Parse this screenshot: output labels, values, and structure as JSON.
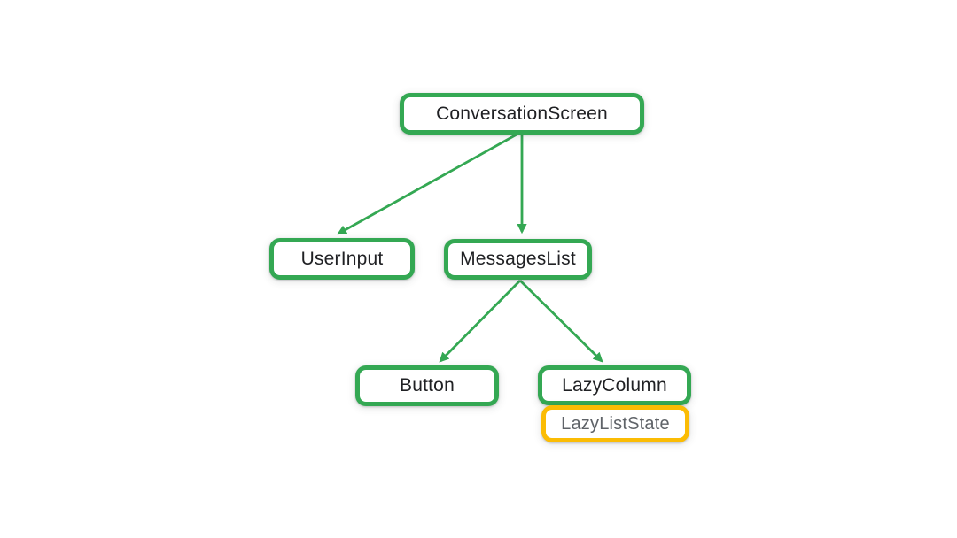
{
  "diagram": {
    "kind": "component-tree",
    "nodes": [
      {
        "id": "conversation-screen",
        "label": "ConversationScreen",
        "type": "composable",
        "border_color": "#34A853",
        "text_color": "#202124"
      },
      {
        "id": "user-input",
        "label": "UserInput",
        "type": "composable",
        "border_color": "#34A853",
        "text_color": "#202124"
      },
      {
        "id": "messages-list",
        "label": "MessagesList",
        "type": "composable",
        "border_color": "#34A853",
        "text_color": "#202124"
      },
      {
        "id": "button",
        "label": "Button",
        "type": "composable",
        "border_color": "#34A853",
        "text_color": "#202124"
      },
      {
        "id": "lazy-column",
        "label": "LazyColumn",
        "type": "composable",
        "border_color": "#34A853",
        "text_color": "#202124"
      },
      {
        "id": "lazy-list-state",
        "label": "LazyListState",
        "type": "state",
        "border_color": "#FBBC04",
        "text_color": "#5F6368"
      }
    ],
    "edges": [
      {
        "from": "ConversationScreen",
        "to": "UserInput"
      },
      {
        "from": "ConversationScreen",
        "to": "MessagesList"
      },
      {
        "from": "MessagesList",
        "to": "Button"
      },
      {
        "from": "MessagesList",
        "to": "LazyColumn"
      }
    ],
    "colors": {
      "composable_border": "#34A853",
      "state_border": "#FBBC04",
      "composable_text": "#202124",
      "state_text": "#5F6368",
      "arrow": "#34A853",
      "background": "#FFFFFF"
    }
  }
}
